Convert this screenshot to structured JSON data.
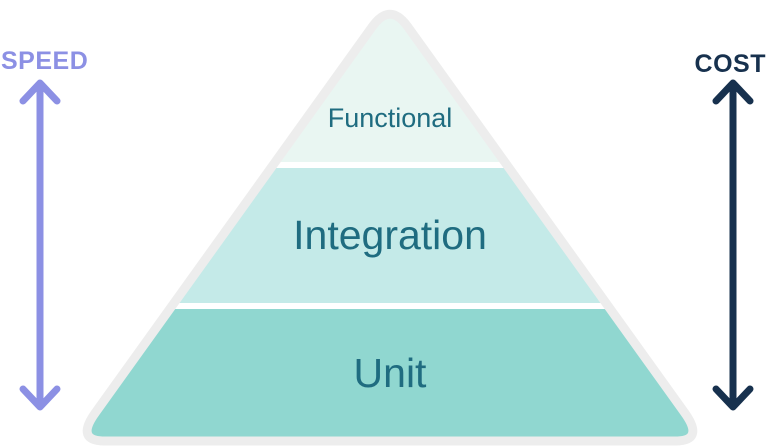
{
  "colors": {
    "speed_accent": "#8C90E4",
    "cost_accent": "#17314E",
    "level_text": "#1F6C80",
    "pyramid_border": "#EDEDED",
    "background": "#FFFFFF"
  },
  "speed_axis": {
    "label": "SPEED"
  },
  "cost_axis": {
    "label": "COST"
  },
  "pyramid": {
    "levels": [
      {
        "label": "Functional",
        "fill": "#E9F6F2"
      },
      {
        "label": "Integration",
        "fill": "#C4EAE8"
      },
      {
        "label": "Unit",
        "fill": "#90D7D0"
      }
    ]
  }
}
